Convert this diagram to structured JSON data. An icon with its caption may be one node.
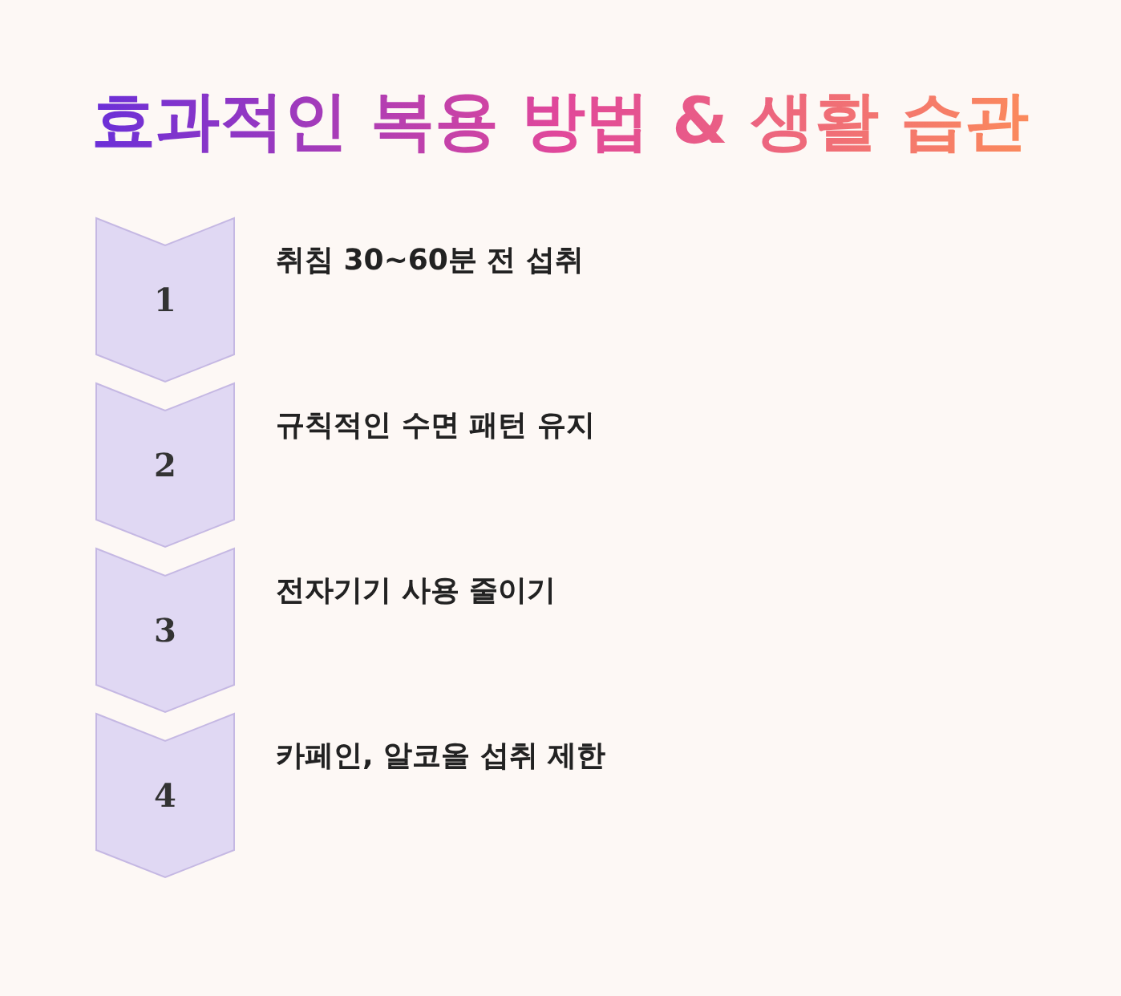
{
  "diagram": {
    "title": "효과적인 복용 방법 & 생활 습관",
    "nodes": [
      {
        "text": [
          "1"
        ],
        "beside": [
          "취침 30~60분 전 섭취"
        ]
      },
      {
        "text": [
          "2"
        ],
        "beside": [
          "규칙적인 수면 패턴 유지"
        ]
      },
      {
        "text": [
          "3"
        ],
        "beside": [
          "전자기기 사용 줄이기"
        ]
      },
      {
        "text": [
          "4"
        ],
        "beside": [
          "카페인, 알코올 섭취 제한"
        ]
      }
    ]
  }
}
